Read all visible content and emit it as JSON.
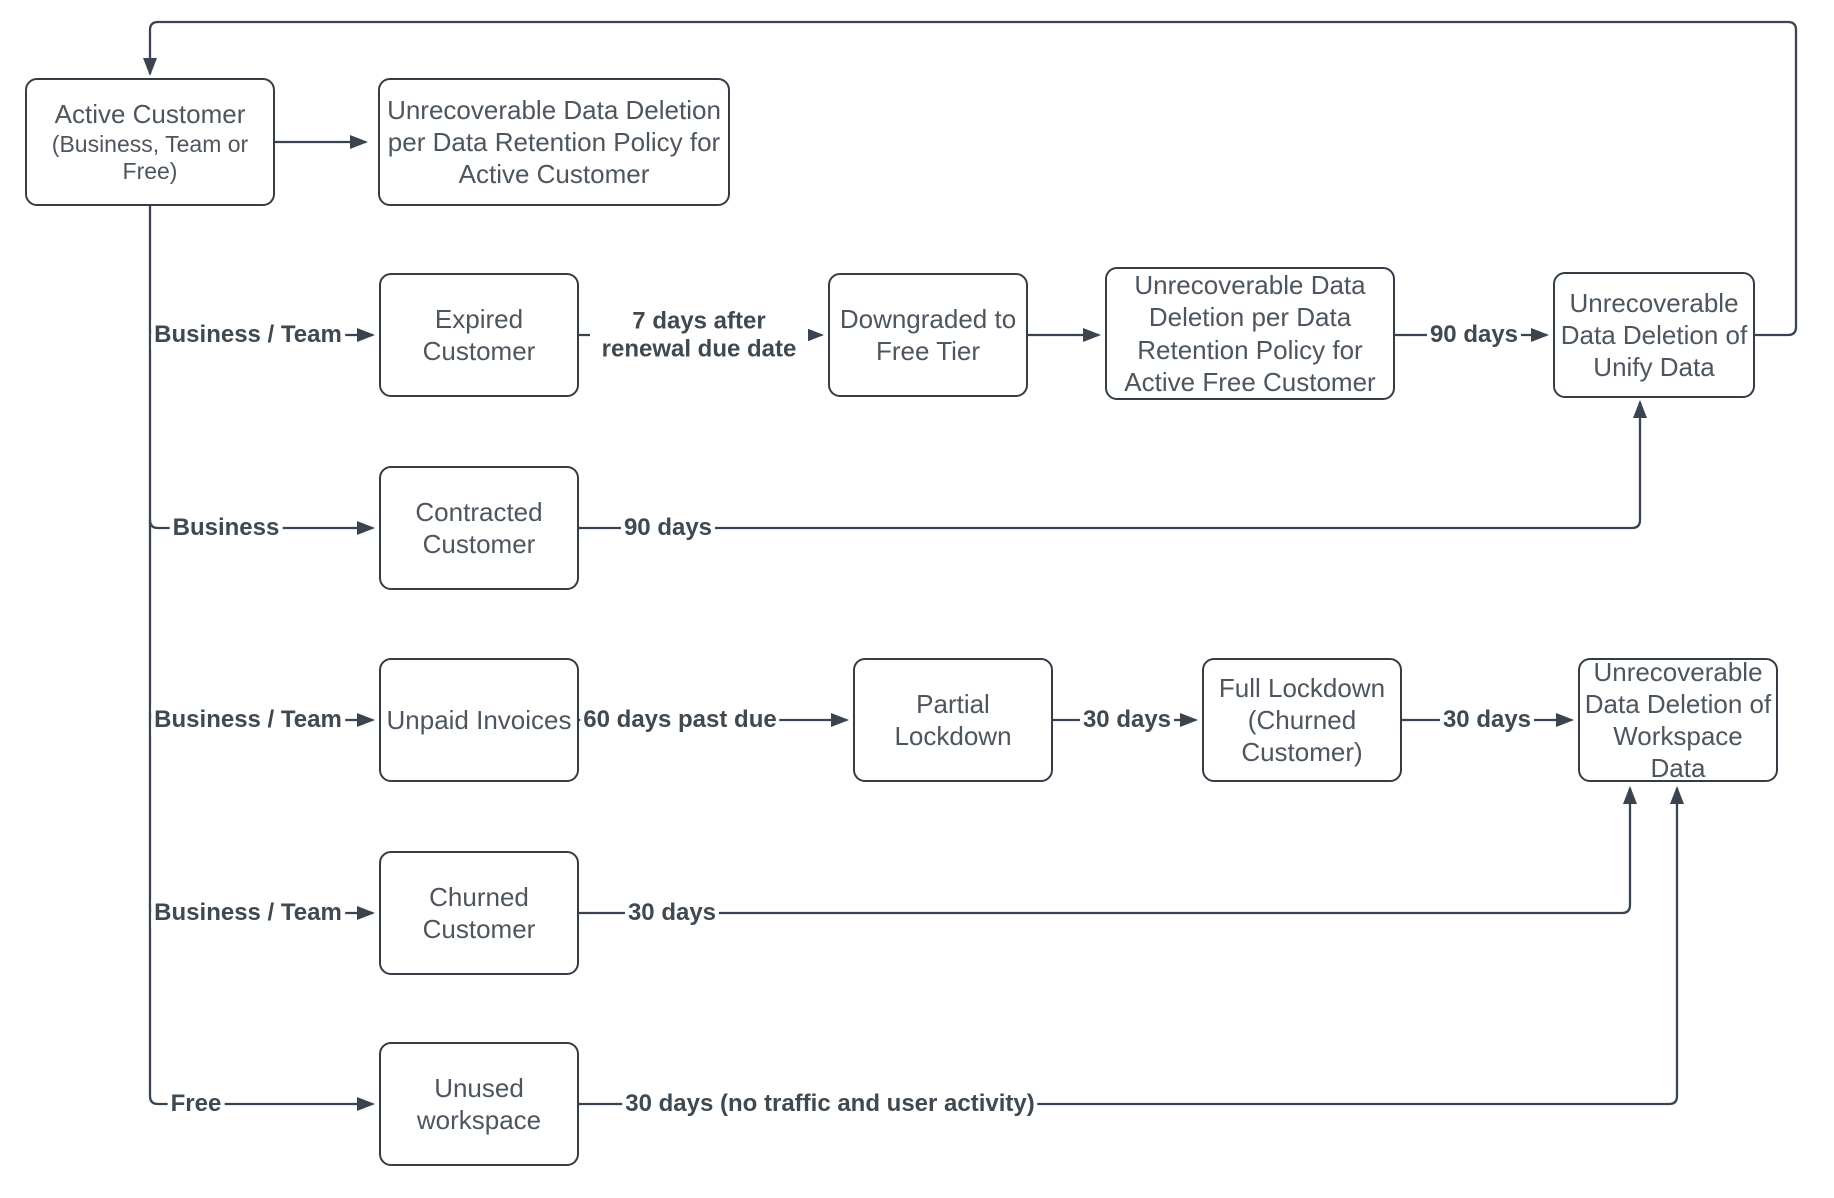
{
  "diagram": {
    "title_none": "",
    "colors": {
      "line": "#3a4450",
      "node_border": "#343d46",
      "node_text": "#4d565f",
      "label_text": "#3f4952",
      "background": "#ffffff"
    },
    "nodes": {
      "active": {
        "title": "Active Customer",
        "subtitle": "(Business, Team or Free)"
      },
      "del_active": {
        "label": "Unrecoverable Data Deletion per Data Retention Policy for Active Customer"
      },
      "expired": {
        "label": "Expired Customer"
      },
      "downgraded": {
        "label": "Downgraded to Free Tier"
      },
      "del_free": {
        "label": "Unrecoverable Data Deletion per Data Retention Policy for Active Free Customer"
      },
      "unify": {
        "label": "Unrecoverable Data Deletion of Unify Data"
      },
      "contracted": {
        "label": "Contracted Customer"
      },
      "unpaid": {
        "label": "Unpaid Invoices"
      },
      "partial": {
        "label": "Partial Lockdown"
      },
      "full": {
        "label": "Full Lockdown (Churned Customer)"
      },
      "del_workspace": {
        "label": "Unrecoverable Data Deletion of Workspace Data"
      },
      "churned": {
        "label": "Churned Customer"
      },
      "unused": {
        "label": "Unused workspace"
      }
    },
    "edge_labels": {
      "bt_expired": "Business / Team",
      "d7_renewal": "7 days after renewal due date",
      "d90_free": "90 days",
      "biz_contract": "Business",
      "d90_contract": "90 days",
      "bt_unpaid": "Business / Team",
      "d60_pastdue": "60 days past due",
      "d30_partial": "30 days",
      "d30_full": "30 days",
      "bt_churned": "Business / Team",
      "d30_churned": "30 days",
      "free_unused": "Free",
      "d30_unused": "30 days (no traffic and user activity)"
    }
  }
}
